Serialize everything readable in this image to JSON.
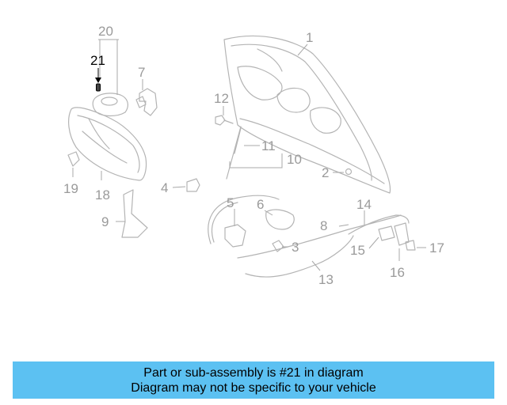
{
  "callouts": {
    "c1": "1",
    "c2": "2",
    "c3": "3",
    "c4": "4",
    "c5": "5",
    "c6": "6",
    "c7": "7",
    "c8": "8",
    "c9": "9",
    "c10": "10",
    "c11": "11",
    "c12": "12",
    "c13": "13",
    "c14": "14",
    "c15": "15",
    "c16": "16",
    "c17": "17",
    "c18": "18",
    "c19": "19",
    "c20": "20",
    "c21": "21"
  },
  "highlighted_part": "21",
  "banner": {
    "line1": "Part or sub-assembly is #21 in diagram",
    "line2": "Diagram may not be specific to your vehicle"
  },
  "colors": {
    "banner_background": "#5cc1f2",
    "callout_gray": "#9a9a9a",
    "highlight": "#000000"
  }
}
